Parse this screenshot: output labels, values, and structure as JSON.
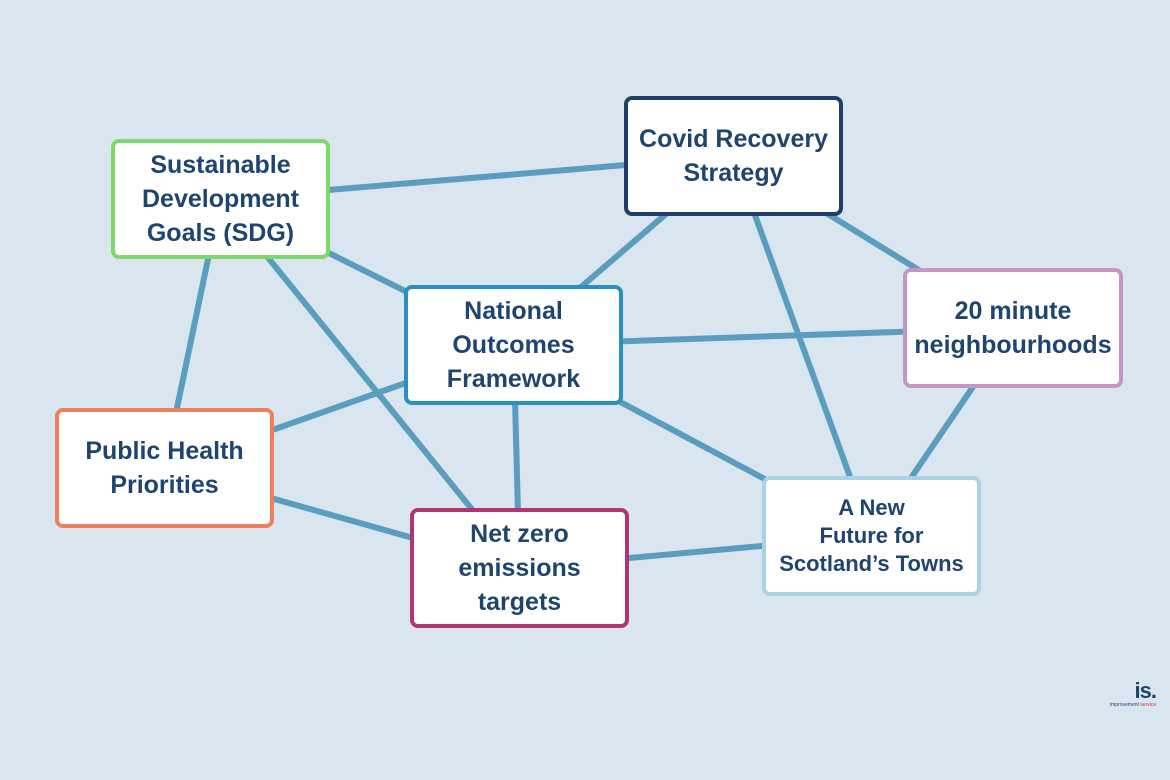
{
  "nodes": [
    {
      "id": "sdg",
      "label": "Sustainable\nDevelopment\nGoals (SDG)",
      "color": "#7dd86a"
    },
    {
      "id": "covid",
      "label": "Covid Recovery\nStrategy",
      "color": "#1f3e6b"
    },
    {
      "id": "nof",
      "label": "National\nOutcomes\nFramework",
      "color": "#2a8fc1"
    },
    {
      "id": "twenty",
      "label": "20 minute\nneighbourhoods",
      "color": "#c695c6"
    },
    {
      "id": "php",
      "label": "Public Health\nPriorities",
      "color": "#ef7f5f"
    },
    {
      "id": "netzero",
      "label": "Net zero\nemissions\ntargets",
      "color": "#b3356f"
    },
    {
      "id": "towns",
      "label": "A New\nFuture for\nScotland’s Towns",
      "color": "#a9d2e6"
    }
  ],
  "edges": [
    [
      "sdg",
      "covid"
    ],
    [
      "sdg",
      "nof"
    ],
    [
      "sdg",
      "php"
    ],
    [
      "sdg",
      "netzero"
    ],
    [
      "covid",
      "nof"
    ],
    [
      "covid",
      "twenty"
    ],
    [
      "covid",
      "towns"
    ],
    [
      "nof",
      "twenty"
    ],
    [
      "nof",
      "php"
    ],
    [
      "nof",
      "netzero"
    ],
    [
      "nof",
      "towns"
    ],
    [
      "twenty",
      "towns"
    ],
    [
      "php",
      "netzero"
    ],
    [
      "netzero",
      "towns"
    ]
  ],
  "edge_color": "#5b9dbf",
  "logo": {
    "mark": "is.",
    "line1": "improvement",
    "line2": "service"
  }
}
